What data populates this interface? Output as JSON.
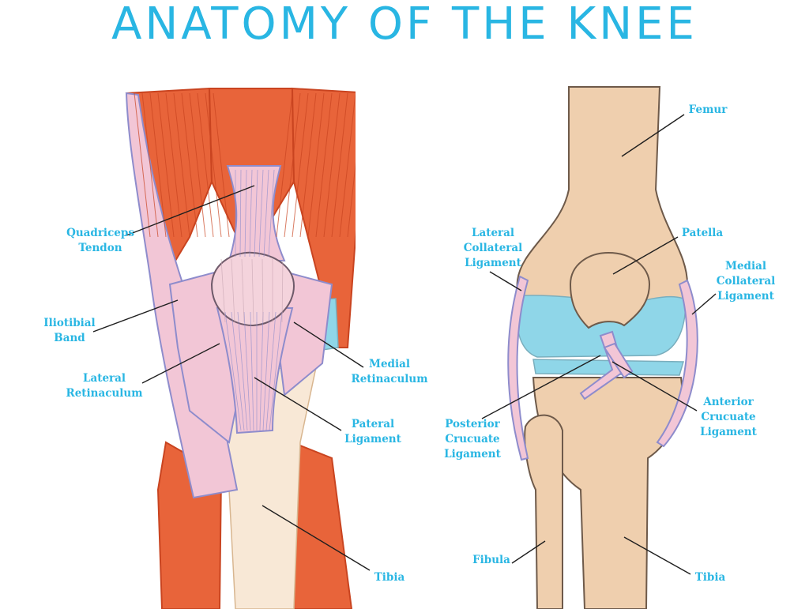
{
  "title": "ANATOMY OF THE KNEE",
  "colors": {
    "accent": "#29b6e3",
    "muscle": "#e8643a",
    "muscle_dark": "#c94420",
    "ligament": "#f2c6d6",
    "ligament_line": "#8e8ccc",
    "bone": "#efcfae",
    "bone_light": "#f8e8d6",
    "cartilage": "#8fd6e8",
    "line": "#1f1f1f"
  },
  "left_diagram": {
    "labels": {
      "quadriceps_tendon": "Quadriceps\nTendon",
      "iliotibial_band": "Iliotibial\nBand",
      "lateral_retinaculum": "Lateral\nRetinaculum",
      "medial_retinaculum": "Medial\nRetinaculum",
      "pateral_ligament": "Pateral\nLigament",
      "tibia": "Tibia"
    }
  },
  "right_diagram": {
    "labels": {
      "femur": "Femur",
      "lateral_collateral_ligament": "Lateral\nCollateral\nLigament",
      "patella": "Patella",
      "medial_collateral_ligament": "Medial\nCollateral\nLigament",
      "posterior_crucuate_ligament": "Posterior\nCrucuate\nLigament",
      "anterior_crucuate_ligament": "Anterior\nCrucuate\nLigament",
      "fibula": "Fibula",
      "tibia": "Tibia"
    }
  }
}
